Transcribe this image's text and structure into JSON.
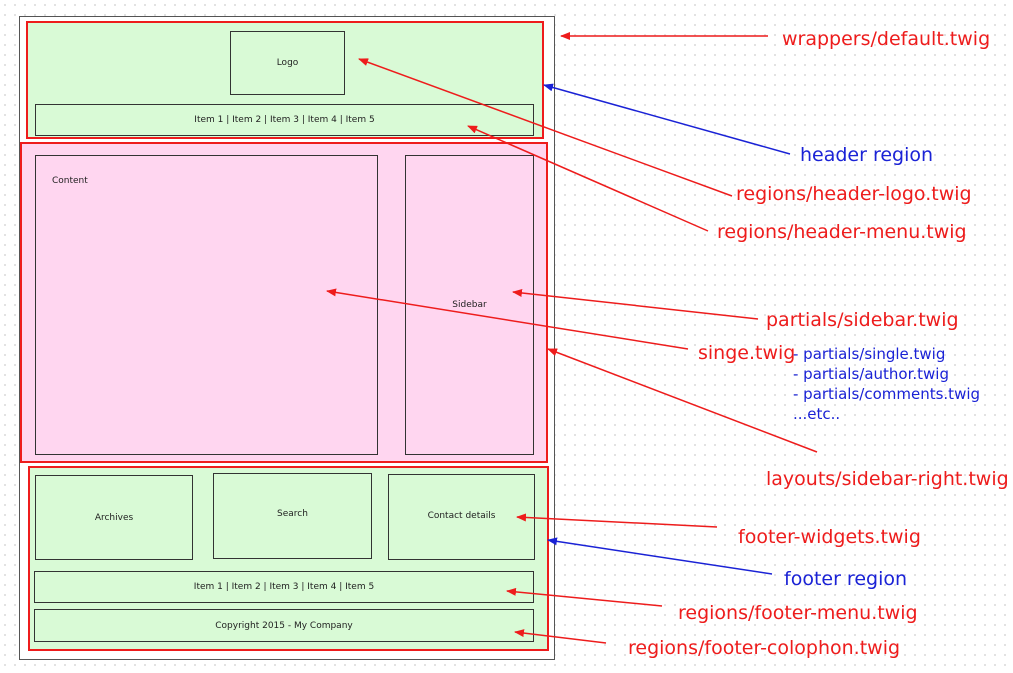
{
  "wireframe": {
    "logo": "Logo",
    "header_menu": "Item 1 | Item 2 | Item 3 | Item 4 | Item 5",
    "content": "Content",
    "sidebar": "Sidebar",
    "footer_widgets": [
      "Archives",
      "Search",
      "Contact details"
    ],
    "footer_menu": "Item 1 | Item 2 | Item 3 | Item 4 | Item 5",
    "copyright": "Copyright 2015 - My Company"
  },
  "annotations": {
    "wrapper": "wrappers/default.twig",
    "header_region": "header region",
    "header_logo": "regions/header-logo.twig",
    "header_menu": "regions/header-menu.twig",
    "sidebar_partial": "partials/sidebar.twig",
    "single": "singe.twig",
    "single_partials": [
      "- partials/single.twig",
      "- partials/author.twig",
      "- partials/comments.twig",
      "...etc.."
    ],
    "layout": "layouts/sidebar-right.twig",
    "footer_widgets": "footer-widgets.twig",
    "footer_region": "footer region",
    "footer_menu": "regions/footer-menu.twig",
    "footer_colophon": "regions/footer-colophon.twig"
  },
  "colors": {
    "red": "#ee1c1c",
    "blue": "#1a22d6",
    "green_fill": "#d9fad6",
    "pink_fill": "#ffd6f0"
  }
}
